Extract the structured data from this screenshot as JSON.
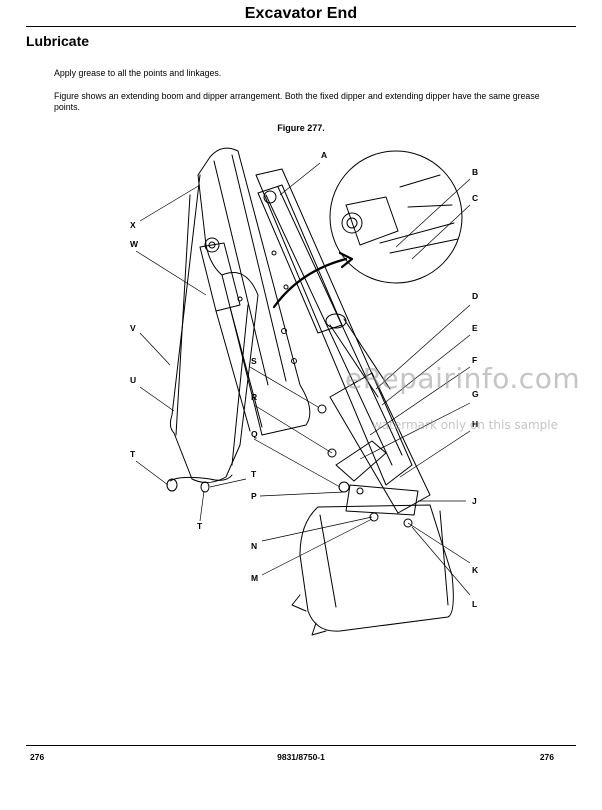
{
  "header": {
    "title": "Excavator End"
  },
  "section": {
    "heading": "Lubricate"
  },
  "body": {
    "paragraph_1": "Apply grease to all the points and linkages.",
    "paragraph_2": "Figure shows an extending boom and dipper arrangement. Both the fixed dipper and extending dipper have the same grease points."
  },
  "figure": {
    "caption": "Figure 277.",
    "callouts": {
      "A": "A",
      "B": "B",
      "C": "C",
      "D": "D",
      "E": "E",
      "F": "F",
      "G": "G",
      "H": "H",
      "J": "J",
      "K": "K",
      "L": "L",
      "M": "M",
      "N": "N",
      "P": "P",
      "Q": "Q",
      "R": "R",
      "S": "S",
      "T": "T",
      "U": "U",
      "V": "V",
      "W": "W",
      "X": "X"
    }
  },
  "watermark": {
    "text": "eRepairinfo.com",
    "subtext": "watermark only on this sample"
  },
  "footer": {
    "left_page": "276",
    "doc_number": "9831/8750-1",
    "right_page": "276"
  }
}
